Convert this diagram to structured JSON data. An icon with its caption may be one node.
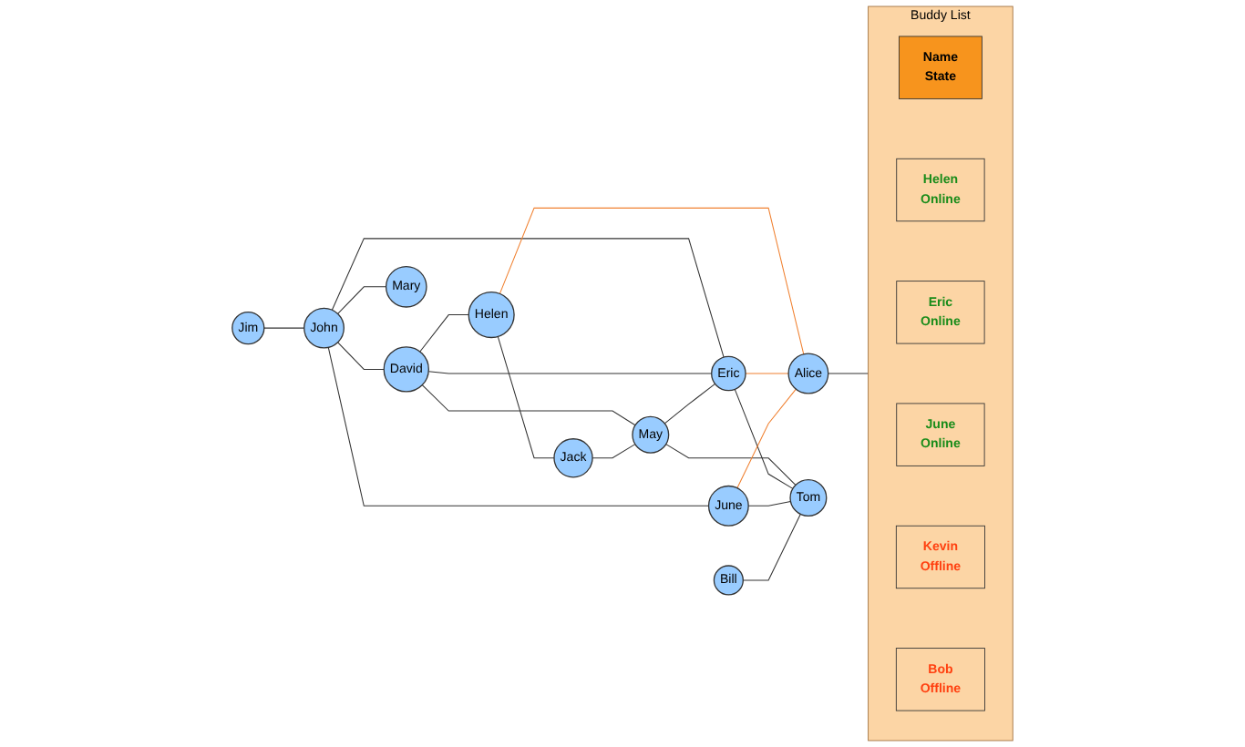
{
  "diagram": {
    "nodes": [
      {
        "text": [
          "Helen"
        ]
      },
      {
        "text": [
          "Jack"
        ]
      },
      {
        "text": [
          "Jim"
        ]
      },
      {
        "text": [
          "David"
        ]
      },
      {
        "text": [
          "May"
        ]
      },
      {
        "text": [
          "John"
        ]
      },
      {
        "text": [
          "Alice"
        ]
      },
      {
        "text": [
          "Eric"
        ]
      },
      {
        "text": [
          "Buddy List"
        ]
      },
      {
        "text": [
          "Name",
          "State"
        ],
        "in": 8
      },
      {
        "text": [
          "Helen",
          "Online"
        ],
        "in": 8
      },
      {
        "text": [
          "Eric",
          "Online"
        ],
        "in": 8
      },
      {
        "text": [
          "June",
          "Online"
        ],
        "in": 8
      },
      {
        "text": [
          "Kevin",
          "Offline"
        ],
        "in": 8
      },
      {
        "text": [
          "Bob",
          "Offline"
        ],
        "in": 8
      },
      {
        "text": [
          "Bill"
        ]
      },
      {
        "text": [
          "Mary"
        ]
      },
      {
        "text": [
          "June"
        ]
      },
      {
        "text": [
          "Tom"
        ]
      }
    ],
    "edges": [
      {
        "from": 2,
        "to": 5,
        "arrow": "none"
      },
      {
        "from": 5,
        "to": 3,
        "arrow": "none"
      },
      {
        "from": 5,
        "to": 7,
        "arrow": "none"
      },
      {
        "from": 5,
        "to": 16,
        "arrow": "none"
      },
      {
        "from": 5,
        "to": 17,
        "arrow": "none"
      },
      {
        "from": 3,
        "to": 0,
        "arrow": "none"
      },
      {
        "from": 3,
        "to": 4,
        "arrow": "none"
      },
      {
        "from": 3,
        "to": 7,
        "arrow": "none"
      },
      {
        "from": 0,
        "to": 1,
        "arrow": "none"
      },
      {
        "from": 1,
        "to": 4,
        "arrow": "none"
      },
      {
        "from": 4,
        "to": 7,
        "arrow": "none"
      },
      {
        "from": 4,
        "to": 18,
        "arrow": "none"
      },
      {
        "from": 7,
        "to": 18,
        "arrow": "none"
      },
      {
        "from": 17,
        "to": 18,
        "arrow": "none"
      },
      {
        "from": 15,
        "to": 18,
        "arrow": "none"
      },
      {
        "from": 0,
        "to": 6,
        "arrow": "none",
        "color": "#f08030"
      },
      {
        "from": 7,
        "to": 6,
        "arrow": "none",
        "color": "#f08030"
      },
      {
        "from": 17,
        "to": 6,
        "arrow": "none",
        "color": "#f08030"
      },
      {
        "from": 6,
        "to": 8,
        "arrow": "none"
      }
    ]
  }
}
